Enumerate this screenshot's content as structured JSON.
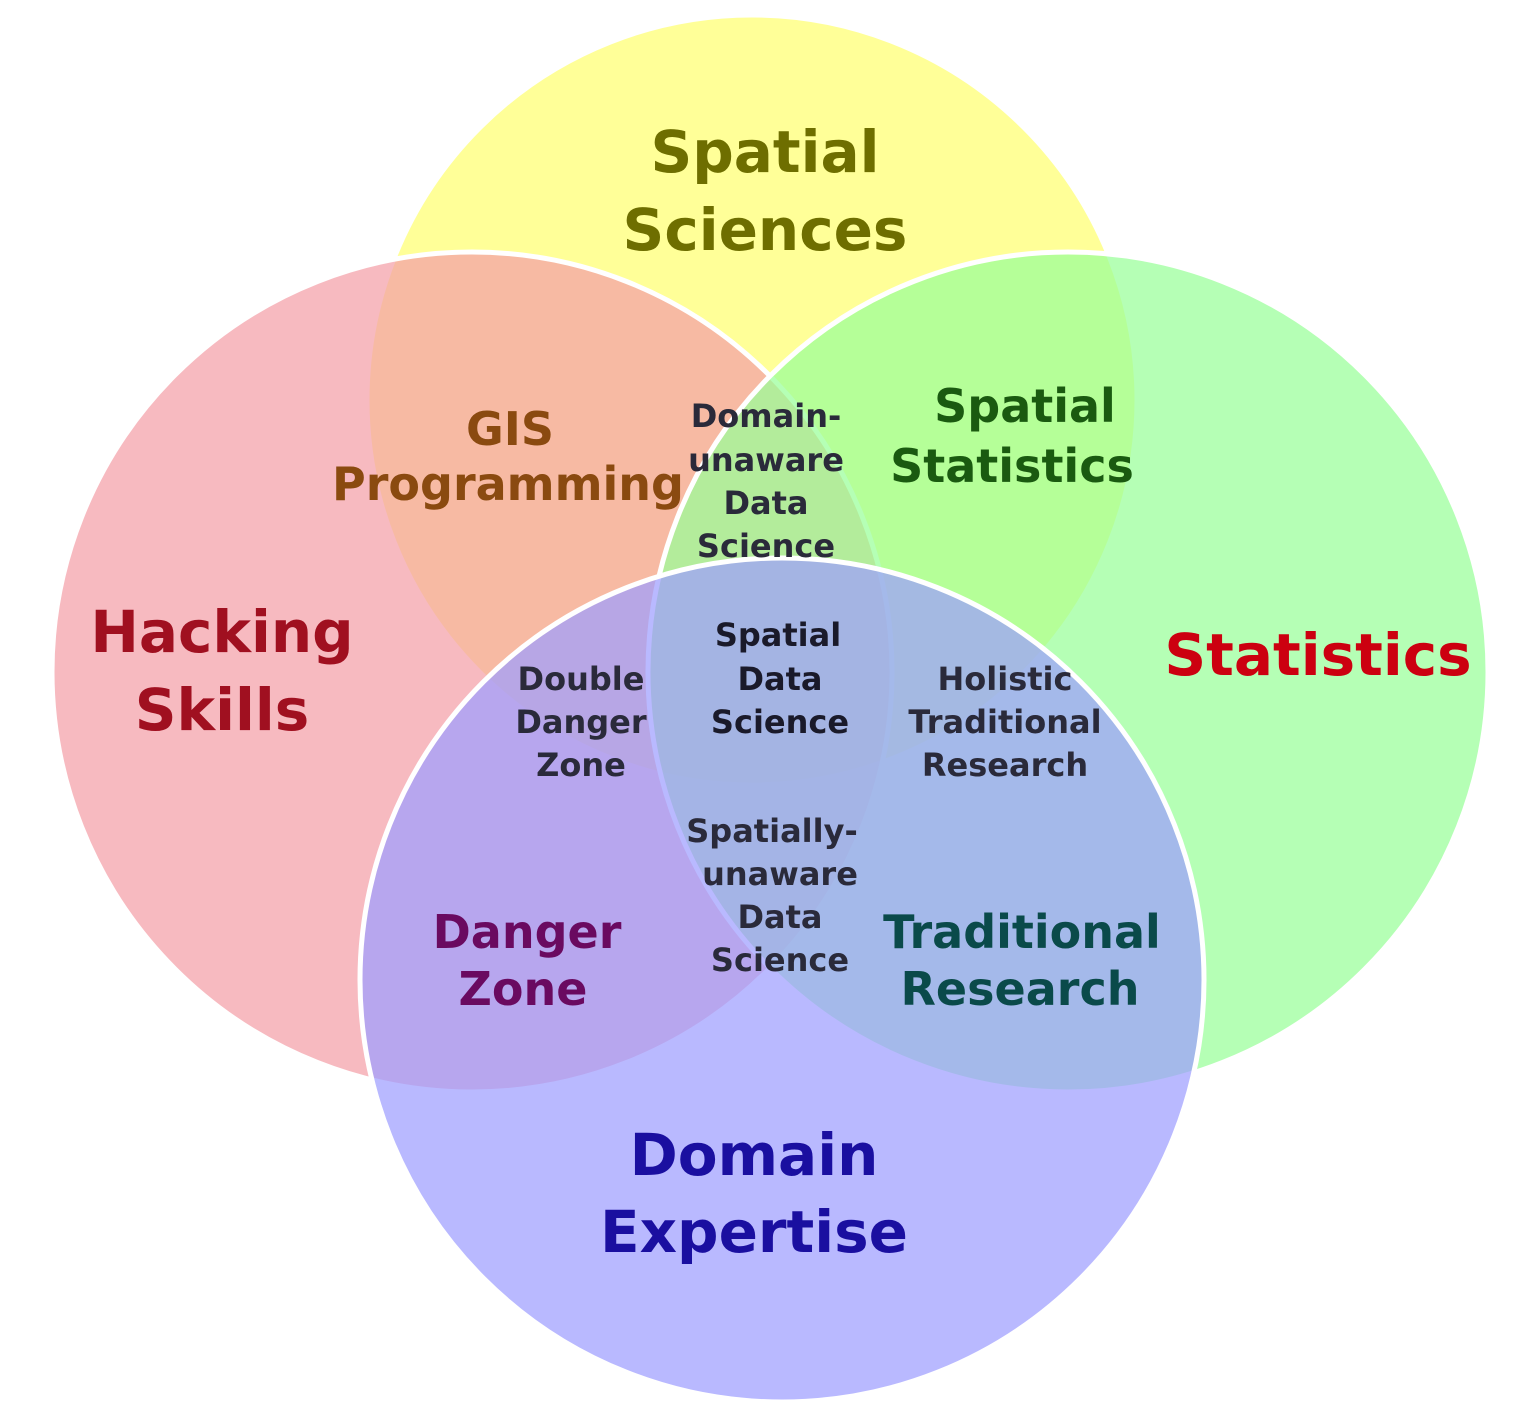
{
  "sets": [
    {
      "id": "spatial-sciences",
      "lines": [
        "Spatial",
        "Sciences"
      ],
      "fill": "#ffff70",
      "text_color": "#6e6e00"
    },
    {
      "id": "hacking-skills",
      "lines": [
        "Hacking",
        "Skills"
      ],
      "fill": "#f4a0a8",
      "text_color": "#a01020"
    },
    {
      "id": "statistics",
      "lines": [
        "Statistics"
      ],
      "fill": "#98ff98",
      "text_color": "#cc0010"
    },
    {
      "id": "domain-expertise",
      "lines": [
        "Domain",
        "Expertise"
      ],
      "fill": "#9e9eff",
      "text_color": "#1a0fa0"
    }
  ],
  "regions": {
    "gis_programming": {
      "lines": [
        "GIS",
        "Programming"
      ],
      "color": "#8a4a10"
    },
    "spatial_statistics": {
      "lines": [
        "Spatial",
        "Statistics"
      ],
      "color": "#1a5a10"
    },
    "danger_zone": {
      "lines": [
        "Danger",
        "Zone"
      ],
      "color": "#6a0a60"
    },
    "traditional_research": {
      "lines": [
        "Traditional",
        "Research"
      ],
      "color": "#0a4a4a"
    },
    "domain_unaware": {
      "lines": [
        "Domain-",
        "unaware",
        "Data",
        "Science"
      ]
    },
    "double_danger": {
      "lines": [
        "Double",
        "Danger",
        "Zone"
      ]
    },
    "spatial_data_science": {
      "lines": [
        "Spatial",
        "Data",
        "Science"
      ]
    },
    "holistic": {
      "lines": [
        "Holistic",
        "Traditional",
        "Research"
      ]
    },
    "spatially_unaware": {
      "lines": [
        "Spatially-",
        "unaware",
        "Data",
        "Science"
      ]
    }
  }
}
